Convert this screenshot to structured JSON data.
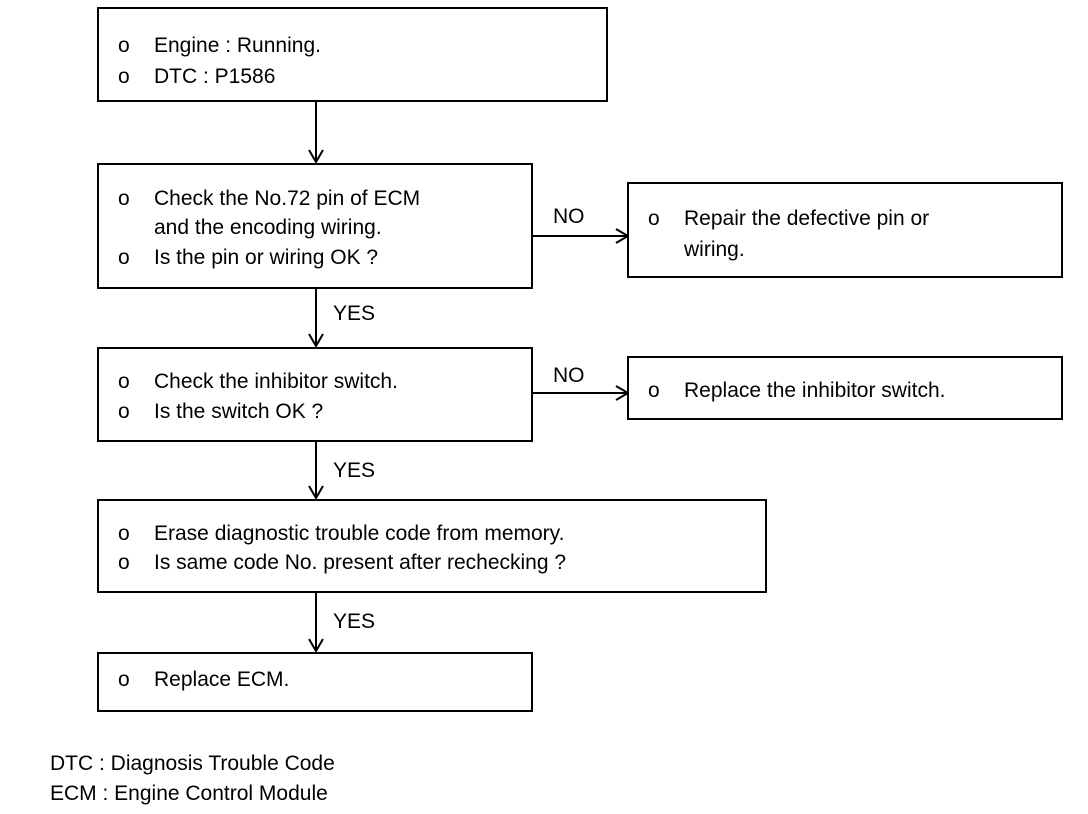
{
  "step1": {
    "items": [
      {
        "bullet": "o",
        "lines": [
          "Engine : Running."
        ]
      },
      {
        "bullet": "o",
        "lines": [
          "DTC : P1586"
        ]
      }
    ]
  },
  "step2": {
    "items": [
      {
        "bullet": "o",
        "lines": [
          "Check the No.72 pin of ECM",
          "and the encoding wiring."
        ]
      },
      {
        "bullet": "o",
        "lines": [
          "Is the pin or wiring OK ?"
        ]
      }
    ],
    "no_label": "NO",
    "yes_label": "YES",
    "no_action": {
      "bullet": "o",
      "lines": [
        "Repair the defective pin or",
        "wiring."
      ]
    }
  },
  "step3": {
    "items": [
      {
        "bullet": "o",
        "lines": [
          "Check the inhibitor switch."
        ]
      },
      {
        "bullet": "o",
        "lines": [
          "Is the switch OK ?"
        ]
      }
    ],
    "no_label": "NO",
    "yes_label": "YES",
    "no_action": {
      "bullet": "o",
      "lines": [
        "Replace the inhibitor switch."
      ]
    }
  },
  "step4": {
    "items": [
      {
        "bullet": "o",
        "lines": [
          "Erase diagnostic trouble code from memory."
        ]
      },
      {
        "bullet": "o",
        "lines": [
          "Is same code No. present after rechecking ?"
        ]
      }
    ],
    "yes_label": "YES"
  },
  "step5": {
    "items": [
      {
        "bullet": "o",
        "lines": [
          "Replace ECM."
        ]
      }
    ]
  },
  "legend": {
    "line1": "DTC : Diagnosis Trouble Code",
    "line2": "ECM : Engine Control Module"
  }
}
